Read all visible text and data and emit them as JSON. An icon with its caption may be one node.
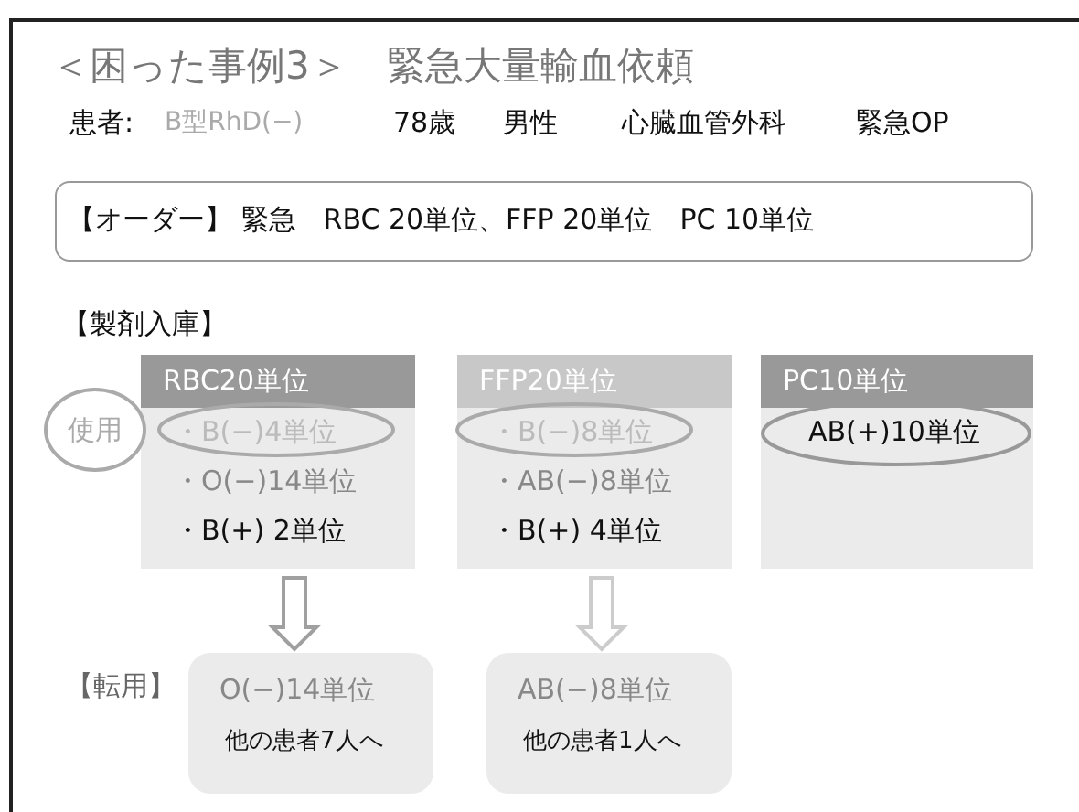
{
  "diagram": {
    "title": "＜困った事例3＞　緊急大量輸血依頼",
    "nodes": [
      {
        "text": [
          "【オーダー】 緊急　RBC 20単位、FFP 20単位　PC 10単位"
        ]
      },
      {
        "text": [
          "RBC20単位",
          "・B(−)4単位",
          "・O(−)14単位",
          "・B(+) 2単位"
        ]
      },
      {
        "text": [
          "FFP20単位",
          "・B(−)8単位",
          "・AB(−)8単位",
          "・B(+) 4単位"
        ]
      },
      {
        "text": [
          "PC10単位",
          "AB(+)10単位"
        ]
      },
      {
        "text": [
          "使用"
        ]
      },
      {
        "text": [
          "O(−)14単位",
          "他の患者7人へ"
        ]
      },
      {
        "text": [
          "AB(−)8単位",
          "他の患者1人へ"
        ]
      }
    ],
    "edges": [
      {
        "from": 1,
        "to": 5,
        "arrow": "to",
        "color": "#a0a0a0"
      },
      {
        "from": 2,
        "to": 6,
        "arrow": "to",
        "color": "#cccccc"
      }
    ],
    "labels": [
      "患者:",
      "B型RhD(−)",
      "78歳",
      "男性",
      "心臓血管外科",
      "緊急OP",
      "【製剤入庫】",
      "【転用】"
    ]
  }
}
